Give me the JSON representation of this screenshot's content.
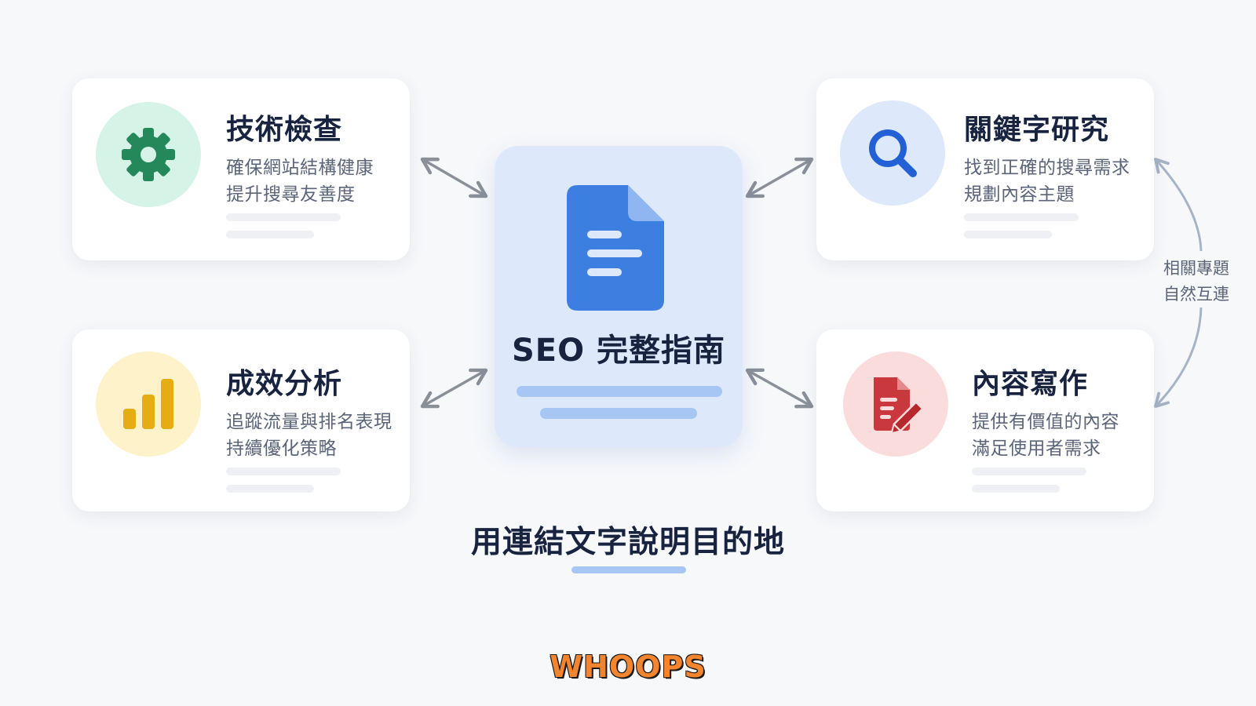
{
  "center": {
    "title": "SEO 完整指南",
    "icon": "document-icon"
  },
  "cards": [
    {
      "id": "tech",
      "title": "技術檢查",
      "lines": [
        "確保網站結構健康",
        "提升搜尋友善度"
      ],
      "icon": "gear-icon",
      "badge_color": "#d6f3e7",
      "icon_color": "#24885a"
    },
    {
      "id": "keyword",
      "title": "關鍵字研究",
      "lines": [
        "找到正確的搜尋需求",
        "規劃內容主題"
      ],
      "icon": "search-icon",
      "badge_color": "#dde8fb",
      "icon_color": "#2360d6"
    },
    {
      "id": "analytics",
      "title": "成效分析",
      "lines": [
        "追蹤流量與排名表現",
        "持續優化策略"
      ],
      "icon": "bar-chart-icon",
      "badge_color": "#fdf2c9",
      "icon_color": "#e4ad12"
    },
    {
      "id": "content",
      "title": "內容寫作",
      "lines": [
        "提供有價值的內容",
        "滿足使用者需求"
      ],
      "icon": "edit-document-icon",
      "badge_color": "#fbdcdc",
      "icon_color": "#c8383c"
    }
  ],
  "side_note": [
    "相關專題",
    "自然互連"
  ],
  "caption": "用連結文字說明目的地",
  "watermark": "WHOOPS"
}
